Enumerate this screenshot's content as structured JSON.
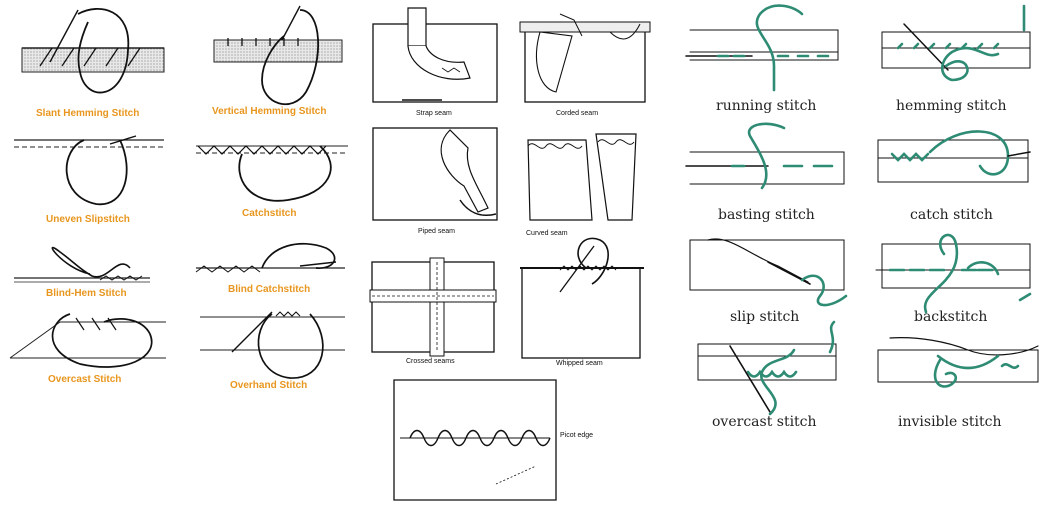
{
  "colors": {
    "orange_label": "#e8961e",
    "thread_green": "#2e8b74",
    "ink": "#111111"
  },
  "panel_left": {
    "labels": [
      "Slant Hemming Stitch",
      "Vertical Hemming Stitch",
      "Uneven Slipstitch",
      "Catchstitch",
      "Blind-Hem Stitch",
      "Blind Catchstitch",
      "Overcast Stitch",
      "Overhand Stitch"
    ]
  },
  "panel_middle": {
    "labels": [
      "Strap seam",
      "Corded seam",
      "Piped seam",
      "Curved seam",
      "Crossed seams",
      "Whipped seam",
      "Picot edge"
    ]
  },
  "panel_right": {
    "labels": [
      "running stitch",
      "hemming stitch",
      "basting stitch",
      "catch stitch",
      "slip stitch",
      "backstitch",
      "overcast stitch",
      "invisible stitch"
    ]
  }
}
